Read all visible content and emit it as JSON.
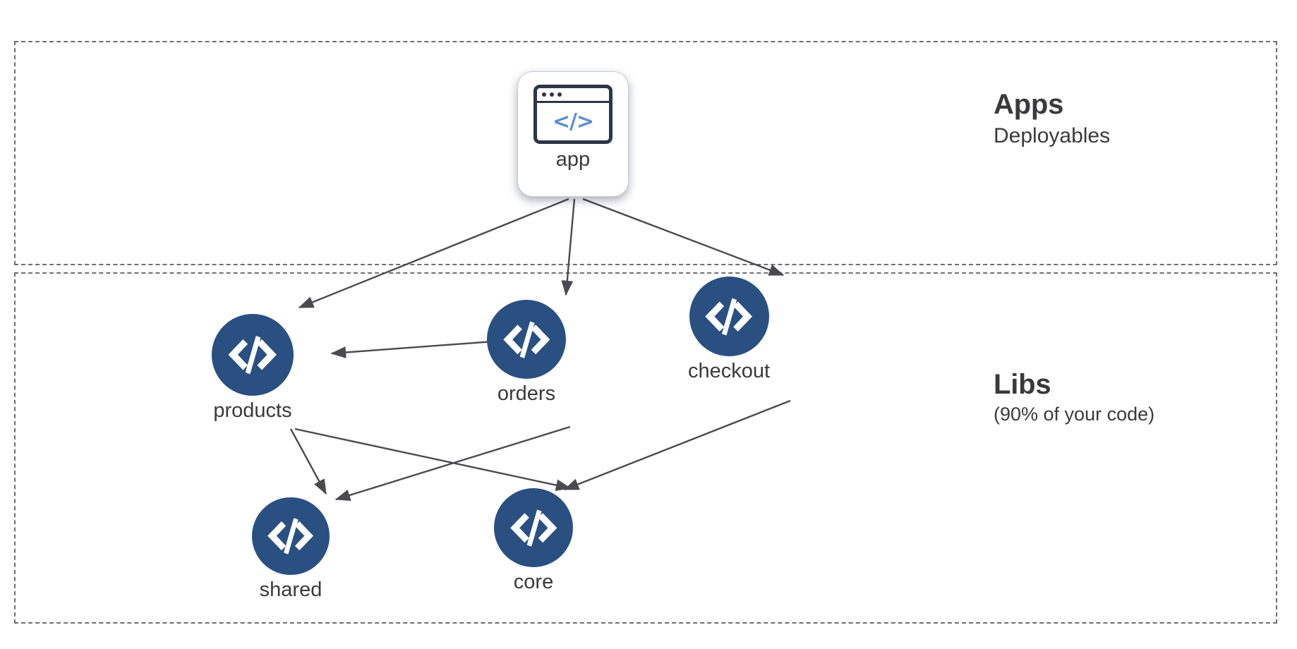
{
  "diagram": {
    "title": "Apps and Libs workspace dependency graph",
    "background_color": "#ffffff",
    "node_color": "#2a5082",
    "edge_color": "#4a4a4f",
    "zone_border_color": "#6e6e76",
    "text_color": "#3a3a3c",
    "accent_code_color": "#5b8fd4"
  },
  "zones": [
    {
      "id": "apps",
      "title": "Apps",
      "subtitle": "Deployables"
    },
    {
      "id": "libs",
      "title": "Libs",
      "subtitle": "(90% of your code)"
    }
  ],
  "app_card": {
    "label": "app",
    "icon": "browser-window-code-icon",
    "code_glyph": "</>"
  },
  "lib_nodes": [
    {
      "id": "products",
      "label": "products",
      "icon": "code-brackets-icon"
    },
    {
      "id": "orders",
      "label": "orders",
      "icon": "code-brackets-icon"
    },
    {
      "id": "checkout",
      "label": "checkout",
      "icon": "code-brackets-icon"
    },
    {
      "id": "shared",
      "label": "shared",
      "icon": "code-brackets-icon"
    },
    {
      "id": "core",
      "label": "core",
      "icon": "code-brackets-icon"
    }
  ],
  "edges": [
    {
      "from": "app",
      "to": "products"
    },
    {
      "from": "app",
      "to": "orders"
    },
    {
      "from": "app",
      "to": "checkout"
    },
    {
      "from": "orders",
      "to": "products"
    },
    {
      "from": "products",
      "to": "shared"
    },
    {
      "from": "products",
      "to": "core"
    },
    {
      "from": "orders",
      "to": "shared"
    },
    {
      "from": "checkout",
      "to": "core"
    }
  ]
}
